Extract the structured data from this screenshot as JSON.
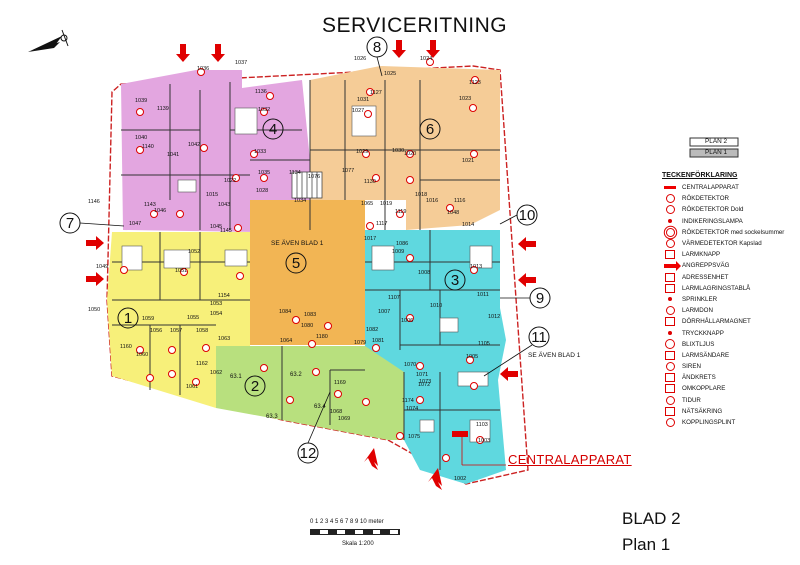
{
  "title": "SERVICERITNING",
  "sheet": "BLAD 2",
  "floor": "Plan 1",
  "central_label": "CENTRALAPPARAT",
  "levels": {
    "plan2": "PLAN 2",
    "plan1": "PLAN 1"
  },
  "scale": {
    "ticks": "0 1 2 3 4 5 6 7 8 9 10 meter",
    "caption": "Skala 1:200"
  },
  "zones": [
    {
      "id": "1",
      "color": "#f7f07a"
    },
    {
      "id": "2",
      "color": "#b8e07e"
    },
    {
      "id": "3",
      "color": "#5fd8df"
    },
    {
      "id": "4",
      "color": "#e3a6e0"
    },
    {
      "id": "5",
      "color": "#f2b554"
    },
    {
      "id": "6",
      "color": "#f5cc97"
    }
  ],
  "callouts": [
    "7",
    "8",
    "9",
    "10",
    "11",
    "12"
  ],
  "notes": {
    "blad1_center": "SE ÄVEN BLAD 1",
    "blad1_right": "SE ÄVEN BLAD 1"
  },
  "room_numbers": [
    "1036",
    "1037",
    "1024",
    "1026",
    "1025",
    "1039",
    "1136",
    "1032",
    "1027",
    "1127",
    "1031",
    "1123",
    "1023",
    "1139",
    "1040",
    "1140",
    "1042",
    "1041",
    "1033",
    "1029",
    "1030",
    "1020",
    "1021",
    "1022",
    "1035",
    "1134",
    "1076",
    "1077",
    "1130",
    "1028",
    "1034",
    "1065",
    "1019",
    "1119",
    "1018",
    "1016",
    "1116",
    "1015",
    "1043",
    "1143",
    "1046",
    "1146",
    "1047",
    "1048",
    "1117",
    "1017",
    "1045",
    "1145",
    "1014",
    "1049",
    "1052",
    "1051",
    "1086",
    "1009",
    "1008",
    "1013",
    "1011",
    "1012",
    "1154",
    "1010",
    "1107",
    "1007",
    "1006",
    "1084",
    "1083",
    "1080",
    "1180",
    "1082",
    "1054",
    "1053",
    "1050",
    "1055",
    "1059",
    "1056",
    "1057",
    "1058",
    "1081",
    "1005",
    "1105",
    "1063",
    "1064",
    "1079",
    "1160",
    "1060",
    "1162",
    "1061",
    "1062",
    "1070",
    "1071",
    "1072",
    "1073",
    "1169",
    "1068",
    "1069",
    "1074",
    "1174",
    "1075",
    "1103",
    "1003",
    "1002"
  ],
  "markers": [
    "63.1",
    "63.2",
    "63.3",
    "63.4"
  ],
  "legend": {
    "title": "TECKENFÖRKLARING",
    "items": [
      {
        "sym": "bar",
        "label": "CENTRALAPPARAT"
      },
      {
        "sym": "ring",
        "label": "RÖKDETEKTOR"
      },
      {
        "sym": "ring",
        "label": "RÖKDETEKTOR Dold"
      },
      {
        "sym": "dot",
        "label": "INDIKERINGSLAMPA"
      },
      {
        "sym": "ring2",
        "label": "RÖKDETEKTOR med sockelsummer"
      },
      {
        "sym": "ring",
        "label": "VÄRMEDETEKTOR Kapslad"
      },
      {
        "sym": "box",
        "label": "LARMKNAPP"
      },
      {
        "sym": "arrow",
        "label": "ANGREPPSVÄG"
      },
      {
        "sym": "box",
        "label": "ADRESSENHET"
      },
      {
        "sym": "box",
        "label": "LARMLAGRINGSTABLÅ"
      },
      {
        "sym": "dot",
        "label": "SPRINKLER"
      },
      {
        "sym": "ring",
        "label": "LARMDON"
      },
      {
        "sym": "box",
        "label": "DÖRRHÅLLARMAGNET"
      },
      {
        "sym": "dot",
        "label": "TRYCKKNAPP"
      },
      {
        "sym": "x",
        "label": "BLIXTLJUS"
      },
      {
        "sym": "box",
        "label": "LARMSÄNDARE"
      },
      {
        "sym": "ring",
        "label": "SIREN"
      },
      {
        "sym": "box",
        "label": "ÄNDKRETS"
      },
      {
        "sym": "box",
        "label": "OMKOPPLARE"
      },
      {
        "sym": "ring",
        "label": "TIDUR"
      },
      {
        "sym": "box",
        "label": "NÄTSÄKRING"
      },
      {
        "sym": "ring",
        "label": "KOPPLINGSPLINT"
      }
    ]
  }
}
